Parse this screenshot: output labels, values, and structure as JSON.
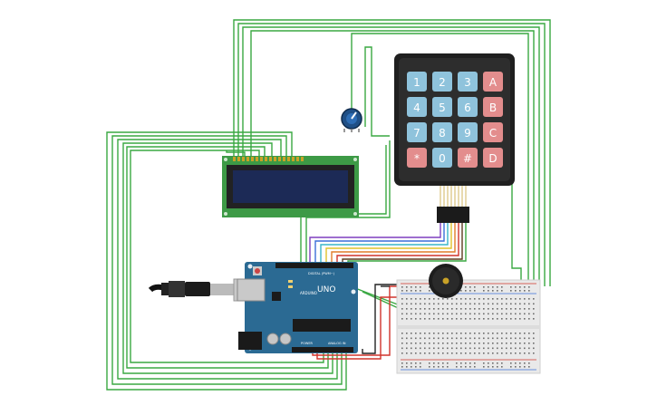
{
  "circuit": {
    "keypad": {
      "keys": [
        "1",
        "2",
        "3",
        "A",
        "4",
        "5",
        "6",
        "B",
        "7",
        "8",
        "9",
        "C",
        "*",
        "0",
        "#",
        "D"
      ],
      "colors": {
        "digit": "#8fc3dc",
        "letter": "#e38d8d",
        "body": "#1f1f1f"
      }
    },
    "arduino": {
      "model_label": "UNO",
      "brand_label": "ARDUINO",
      "digital_label": "DIGITAL (PWM~)",
      "power_label": "POWER",
      "analog_label": "ANALOG IN",
      "board_color": "#2b6a93"
    },
    "lcd": {
      "pcb_color": "#3d9a46",
      "screen_color": "#1c2a56"
    },
    "wire_colors": {
      "main": "#3aa842",
      "power": "#d0342c",
      "ground": "#222222"
    }
  }
}
